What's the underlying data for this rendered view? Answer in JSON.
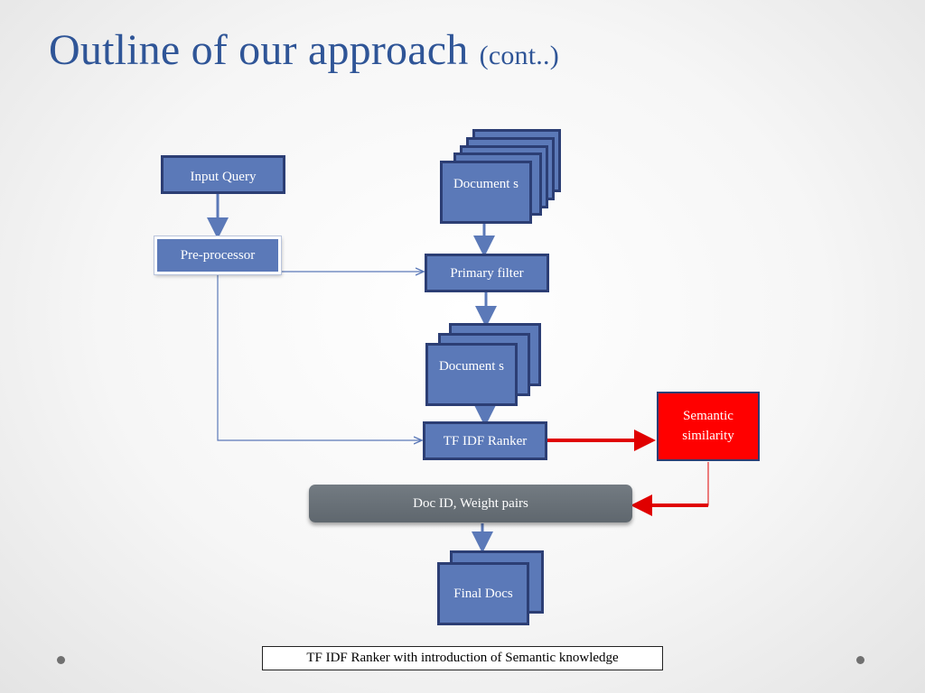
{
  "slide": {
    "title": "Outline of our approach",
    "title_suffix": "(cont..)",
    "caption": "TF IDF Ranker with introduction of Semantic knowledge"
  },
  "diagram": {
    "input_query": "Input Query",
    "pre_processor": "Pre-processor",
    "documents_top": "Document s",
    "primary_filter": "Primary filter",
    "documents_mid": "Document s",
    "tf_idf_ranker": "TF IDF Ranker",
    "semantic_similarity": "Semantic similarity",
    "doc_id_weight_pairs": "Doc ID, Weight pairs",
    "final_docs": "Final Docs"
  },
  "colors": {
    "box_fill": "#5b79b8",
    "box_border": "#2c3e74",
    "arrow_blue": "#5b79b8",
    "arrow_red": "#e00000",
    "title": "#2f5597"
  }
}
